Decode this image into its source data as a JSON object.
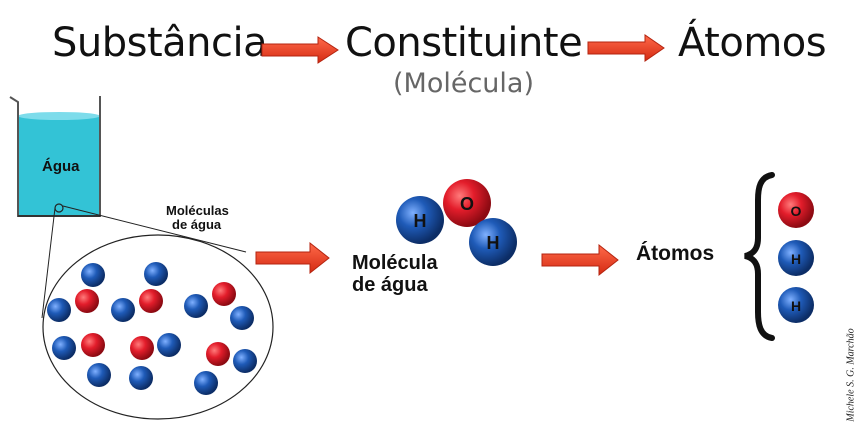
{
  "header": {
    "term_1": "Substância",
    "term_2": "Constituinte",
    "term_2_note": "(Molécula)",
    "term_3": "Átomos"
  },
  "beaker": {
    "label": "Água",
    "liquid_color": "#33c3d6"
  },
  "zoom": {
    "label_line_1": "Moléculas",
    "label_line_2": "de água"
  },
  "molecule": {
    "label_line_1": "Molécula",
    "label_line_2": "de água",
    "atoms": [
      "H",
      "O",
      "H"
    ]
  },
  "atoms_list": {
    "label": "Átomos",
    "items": [
      "O",
      "H",
      "H"
    ]
  },
  "credit": "Michele S. G. Marchão",
  "colors": {
    "arrow": "#ee3b24",
    "oxygen": "#e31d2b",
    "hydrogen": "#1f5bb8"
  }
}
